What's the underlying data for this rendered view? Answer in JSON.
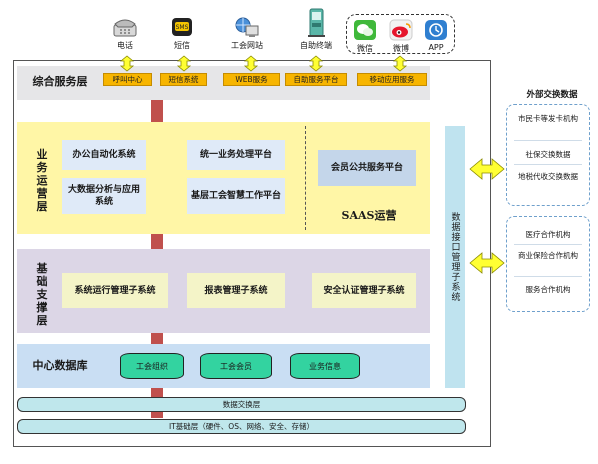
{
  "channels": [
    {
      "label": "电话",
      "icon": "telephone-icon"
    },
    {
      "label": "短信",
      "icon": "sms-icon"
    },
    {
      "label": "工会网站",
      "icon": "website-icon"
    },
    {
      "label": "自助终端",
      "icon": "kiosk-icon"
    }
  ],
  "social": [
    {
      "label": "微信",
      "icon": "wechat-icon"
    },
    {
      "label": "微博",
      "icon": "weibo-icon"
    },
    {
      "label": "APP",
      "icon": "app-icon"
    }
  ],
  "service_layer": {
    "title": "综合服务层",
    "items": [
      "呼叫中心",
      "短信系统",
      "WEB服务",
      "自助服务平台",
      "移动应用服务"
    ]
  },
  "business_layer": {
    "title": "业务运营层",
    "boxes": [
      "办公自动化系统",
      "统一业务处理平台",
      "大数据分析与应用系统",
      "基层工会智慧工作平台"
    ],
    "member_box": "会员公共服务平台",
    "saas": "SAAS运营"
  },
  "support_layer": {
    "title": "基础支撑层",
    "boxes": [
      "系统运行管理子系统",
      "报表管理子系统",
      "安全认证管理子系统"
    ]
  },
  "data_layer": {
    "title": "中心数据库",
    "cylinders": [
      "工会组织",
      "工会会员",
      "业务信息"
    ]
  },
  "exchange_bar": "数据交换层",
  "it_bar": "IT基础层（硬件、OS、网络、安全、存储）",
  "interface_subsystem": "数据接口管理子系统",
  "external": {
    "title": "外部交换数据",
    "group1": [
      "市民卡等发卡机构",
      "社保交换数据",
      "地税代收交换数据"
    ],
    "group2": [
      "医疗合作机构",
      "商业保险合作机构",
      "服务合作机构"
    ]
  },
  "colors": {
    "orange": "#f7b500",
    "arrow_yellow": "#ffff33",
    "pillar": "#c0504d",
    "yellow_panel": "#fff6a6",
    "purple_panel": "#dcd6e6",
    "blue_panel": "#c9def3",
    "cylinder": "#33d3a0"
  }
}
